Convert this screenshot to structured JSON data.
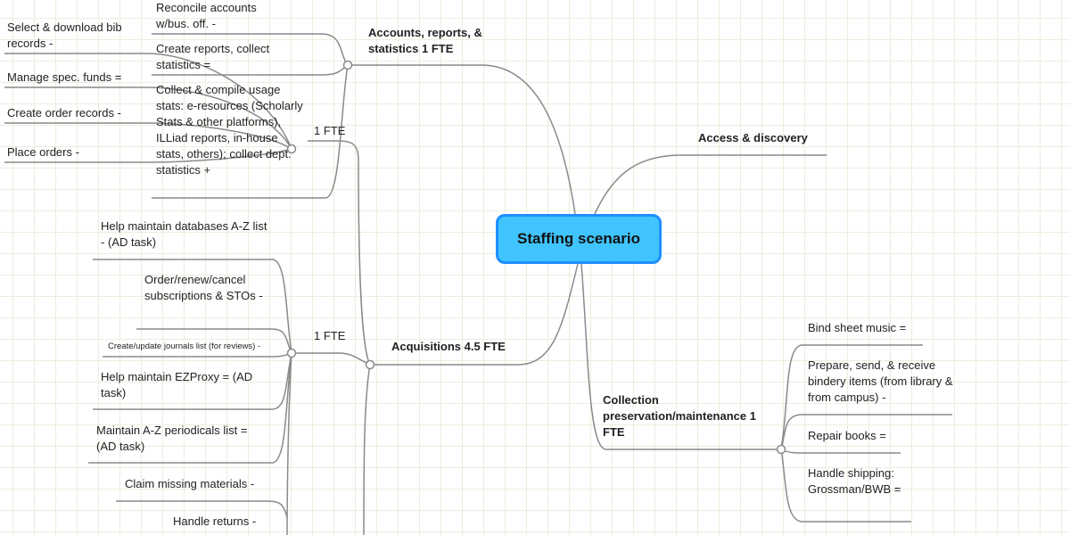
{
  "root": {
    "label": "Staffing scenario",
    "fill_color": "#40c4ff",
    "border_color": "#1e8fff"
  },
  "branches": {
    "accounts": {
      "label": "Accounts, reports, & statistics 1 FTE",
      "children": [
        "Reconcile accounts w/bus. off. -",
        "Create reports, collect statistics =",
        "Collect & compile usage stats: e-resources (Scholarly Stats & other platforms), ILLiad reports, in-house stats, others); collect dept. statistics +"
      ]
    },
    "access": {
      "label": "Access & discovery"
    },
    "acquisitions": {
      "label": "Acquisitions 4.5 FTE",
      "groups": [
        {
          "label": "1 FTE",
          "children": [
            "Select & download bib records -",
            "Manage spec. funds =",
            "Create order records -",
            "Place orders -"
          ]
        },
        {
          "label": "1 FTE",
          "children": [
            "Help maintain databases A-Z list - (AD task)",
            "Order/renew/cancel subscriptions & STOs -",
            "Create/update journals list (for reviews) -",
            "Help maintain EZProxy = (AD task)",
            "Maintain A-Z periodicals list = (AD task)",
            "Claim missing materials -",
            "Handle returns -"
          ]
        }
      ]
    },
    "collection": {
      "label": "Collection preservation/maintenance 1 FTE",
      "children": [
        "Bind sheet music =",
        "Prepare, send, & receive bindery items (from library & from campus) -",
        "Repair books =",
        "Handle shipping: Grossman/BWB ="
      ]
    }
  }
}
